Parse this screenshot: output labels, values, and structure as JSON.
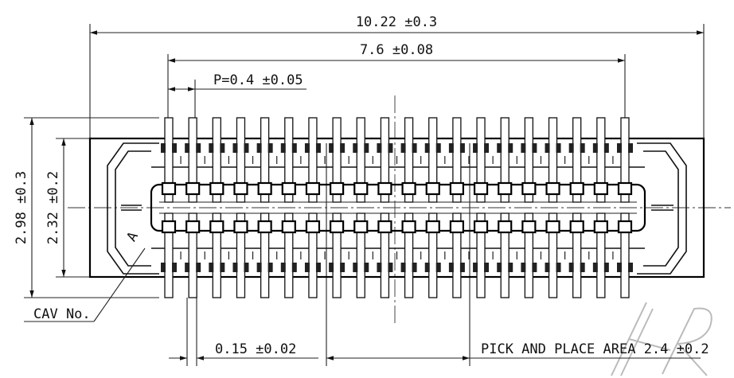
{
  "dimensions": {
    "overall_length": "10.22 ±0.3",
    "contact_span": "7.6 ±0.08",
    "pitch": "P=0.4 ±0.05",
    "overall_width": "2.98 ±0.3",
    "body_width": "2.32 ±0.2",
    "contact_width": "0.15 ±0.02",
    "pick_place": "PICK AND PLACE AREA 2.4 ±0.2"
  },
  "labels": {
    "cavity": "CAV No.",
    "pin_mark": "A"
  },
  "contacts": {
    "per_row": 20
  },
  "watermark": "HR"
}
